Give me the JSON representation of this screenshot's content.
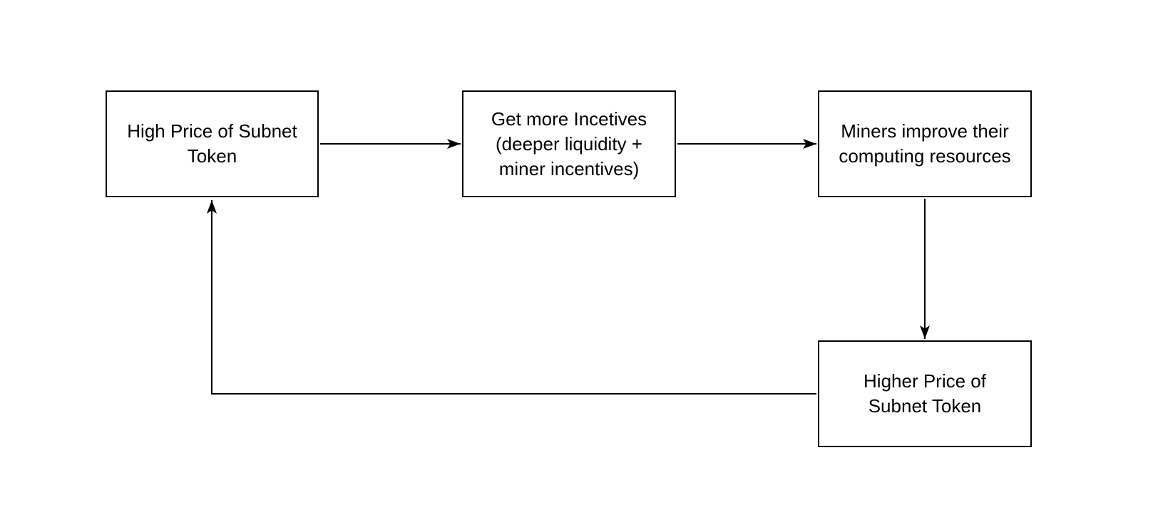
{
  "diagram": {
    "type": "flowchart",
    "background_color": "#ffffff",
    "node_fill_color": "#ffffff",
    "stroke_color": "#000000",
    "text_color": "#000000",
    "nodes": [
      {
        "id": "high-price",
        "label": "High Price of Subnet\nToken"
      },
      {
        "id": "get-incentives",
        "label": "Get more Incetives\n(deeper liquidity +\nminer incentives)"
      },
      {
        "id": "miners-improve",
        "label": "Miners improve their\ncomputing resources"
      },
      {
        "id": "higher-price",
        "label": "Higher Price of\nSubnet Token"
      }
    ],
    "edges": [
      {
        "from": "high-price",
        "to": "get-incentives",
        "style": "straight-right"
      },
      {
        "from": "get-incentives",
        "to": "miners-improve",
        "style": "straight-right"
      },
      {
        "from": "miners-improve",
        "to": "higher-price",
        "style": "straight-down"
      },
      {
        "from": "higher-price",
        "to": "high-price",
        "style": "elbow-left-up"
      }
    ]
  }
}
